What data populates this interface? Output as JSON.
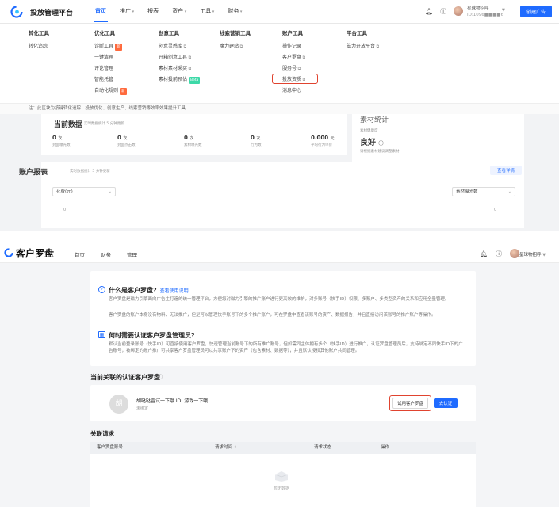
{
  "top_nav": {
    "brand": "投放管理平台",
    "tabs": [
      {
        "label": "首页",
        "active": true,
        "caret": false
      },
      {
        "label": "推广",
        "active": false,
        "caret": true
      },
      {
        "label": "报表",
        "active": false,
        "caret": false
      },
      {
        "label": "资产",
        "active": false,
        "caret": true
      },
      {
        "label": "工具",
        "active": false,
        "caret": true
      },
      {
        "label": "财务",
        "active": false,
        "caret": true
      }
    ],
    "user_name": "星球物招呼",
    "user_id": "ID:1096■■■■6",
    "create_button": "创建广告"
  },
  "mega_menu": {
    "columns": [
      {
        "head": "转化工具",
        "items": [
          {
            "label": "转化追踪"
          }
        ]
      },
      {
        "head": "优化工具",
        "items": [
          {
            "label": "诊断工具",
            "tag": "新"
          },
          {
            "label": "一键清理"
          },
          {
            "label": "评论管理"
          },
          {
            "label": "智能托管"
          },
          {
            "label": "自动化规则",
            "tag": "新"
          }
        ]
      },
      {
        "head": "创意工具",
        "items": [
          {
            "label": "创意灵感库",
            "ext": true
          },
          {
            "label": "开箱创意工具",
            "ext": true
          },
          {
            "label": "素材素材采买",
            "ext": true
          },
          {
            "label": "素材投前预估",
            "beta": "Beta"
          }
        ]
      },
      {
        "head": "线索营销工具",
        "items": [
          {
            "label": "魔力建站",
            "ext": true
          }
        ]
      },
      {
        "head": "账户工具",
        "items": [
          {
            "label": "操作记录"
          },
          {
            "label": "客户罗盘",
            "ext": true
          },
          {
            "label": "服务号",
            "ext": true
          },
          {
            "label": "投放资质",
            "ext": true
          },
          {
            "label": "消息中心"
          }
        ]
      },
      {
        "head": "平台工具",
        "items": [
          {
            "label": "磁力开放平台",
            "ext": true
          }
        ]
      }
    ]
  },
  "notice": "注：此区块为按键转化追踪、投放优化、创意生产、线索营销等效率效果提升工具",
  "current_data": {
    "title": "当前数据",
    "subtitle": "实时数据统计 5 分钟更新",
    "metrics": [
      {
        "value": "0",
        "unit": "次",
        "label": "封面曝光数"
      },
      {
        "value": "0",
        "unit": "次",
        "label": "封面点击数"
      },
      {
        "value": "0",
        "unit": "次",
        "label": "素材曝光数"
      },
      {
        "value": "0",
        "unit": "次",
        "label": "行为数"
      },
      {
        "value": "0.000",
        "unit": "元",
        "label": "平均行为单价"
      }
    ]
  },
  "material_stats": {
    "title": "素材统计",
    "label": "素材健康度",
    "value": "良好",
    "desc": "请根据素材建议调整素材"
  },
  "account_report": {
    "title": "账户报表",
    "subtitle": "实时数据统计 5 分钟更新",
    "detail_button": "查看详情",
    "select_left": "花费(元)",
    "select_right": "素材曝光数",
    "zero_left": "0",
    "zero_right": "0"
  },
  "compass": {
    "title": "客户罗盘",
    "tabs": [
      "首页",
      "财务",
      "管理"
    ],
    "user_name": "星球物招呼",
    "info": {
      "q1": "什么是客户罗盘?",
      "q1_link": "查看使用说明",
      "q1_text": "客户罗盘是磁力引擎面向广告主打造的统一管理平台，方便您对磁力引擎的推广账户进行更高效的维护，对多账号（快手ID）权限、多账户、多类型资产的关系和应用全量管理。",
      "q1_text2": "客户罗盘的账户本身没有物料、无法推广，但是可以管理快手账号下的多个推广账户，可在罗盘中查看该账号的资产、数据报告，并且直接访问该账号的推广账户等操作。",
      "q2": "何时需要认证客户罗盘管理员?",
      "q2_text": "默认当前登录账号（快手ID）可直接使用客户罗盘，快速管理当前账号下的所有推广账号，但如需同主体拥有多个（快手ID）进行推广，认证罗盘管理员后，支持绑定不同快手ID下的广告账号，被绑定的账户推广可共享客户罗盘管理员可以共享账户下的资产（包含素材、数据等），并且默认授权其他账户共同管理。"
    },
    "linked_title": "当前关联的认证客户罗盘",
    "linked": {
      "avatar": "胡",
      "name": "胡哒哒雷试一下哦 ID: 游戏一下哦!",
      "status": "未绑定",
      "try_button": "试用客户罗盘",
      "go_button": "去认证"
    },
    "requests": {
      "title": "关联请求",
      "columns": [
        "客户罗盘账号",
        "请求时间",
        "请求状态",
        "操作"
      ],
      "empty": "暂无数据"
    }
  },
  "colors": {
    "accent": "#1f6bff",
    "highlight": "#e0432f"
  }
}
